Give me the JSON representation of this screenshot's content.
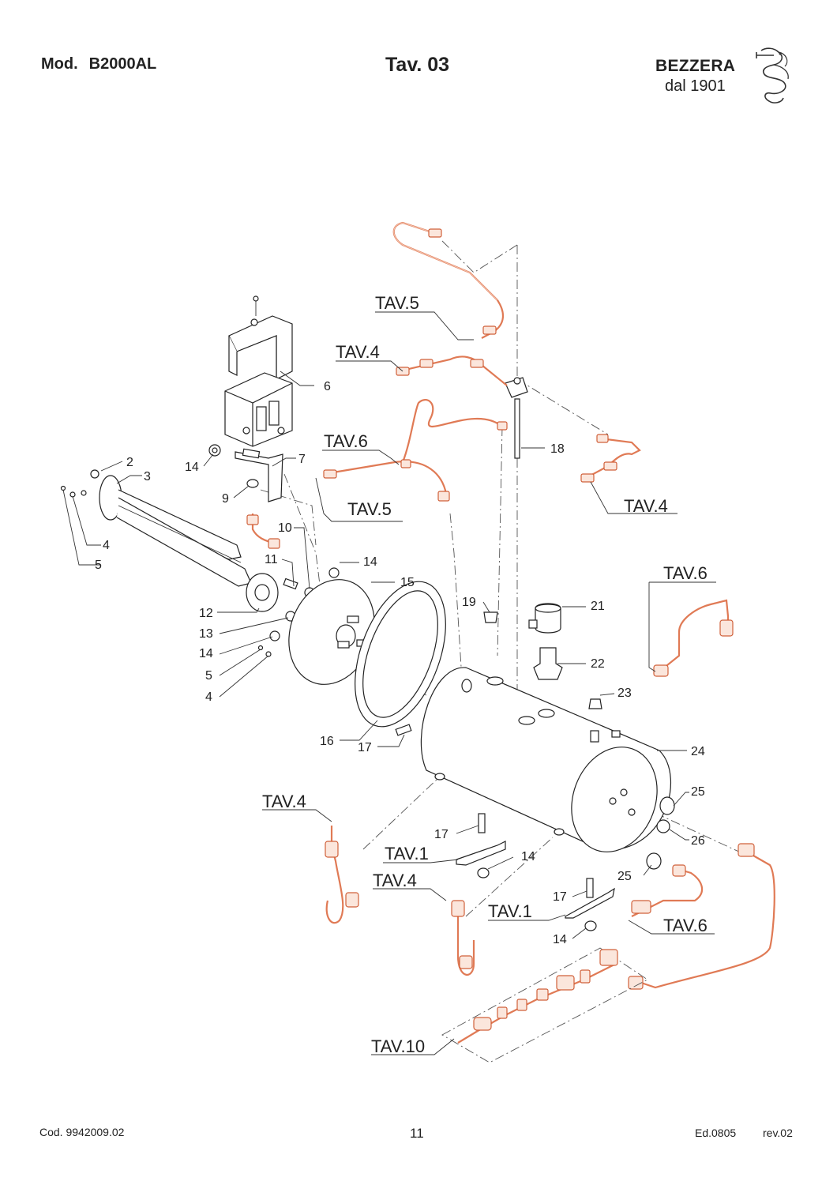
{
  "header": {
    "model_prefix": "Mod.",
    "model_code": "B2000AL",
    "table": "Tav. 03",
    "brand": "BEZZERA",
    "since": "dal 1901"
  },
  "footer": {
    "code": "Cod. 9942009.02",
    "page": "11",
    "edition": "Ed.0805",
    "revision": "rev.02"
  },
  "callouts": {
    "c2": "2",
    "c3": "3",
    "c4a": "4",
    "c4b": "4",
    "c5a": "5",
    "c5b": "5",
    "c6": "6",
    "c7": "7",
    "c9": "9",
    "c10": "10",
    "c11": "11",
    "c12": "12",
    "c13": "13",
    "c14a": "14",
    "c14b": "14",
    "c14c": "14",
    "c14d": "14",
    "c14e": "14",
    "c15": "15",
    "c16": "16",
    "c17a": "17",
    "c17b": "17",
    "c17c": "17",
    "c18": "18",
    "c19": "19",
    "c21": "21",
    "c22": "22",
    "c23": "23",
    "c24": "24",
    "c25a": "25",
    "c25b": "25",
    "c26": "26"
  },
  "table_refs": {
    "tav5_top": "TAV.5",
    "tav4_top": "TAV.4",
    "tav6_left": "TAV.6",
    "tav5_mid": "TAV.5",
    "tav4_right": "TAV.4",
    "tav6_right": "TAV.6",
    "tav4_left": "TAV.4",
    "tav1_left": "TAV.1",
    "tav4_low": "TAV.4",
    "tav1_right": "TAV.1",
    "tav6_low": "TAV.6",
    "tav10": "TAV.10"
  },
  "colors": {
    "ink": "#222222",
    "tubing": "#e07a55"
  }
}
